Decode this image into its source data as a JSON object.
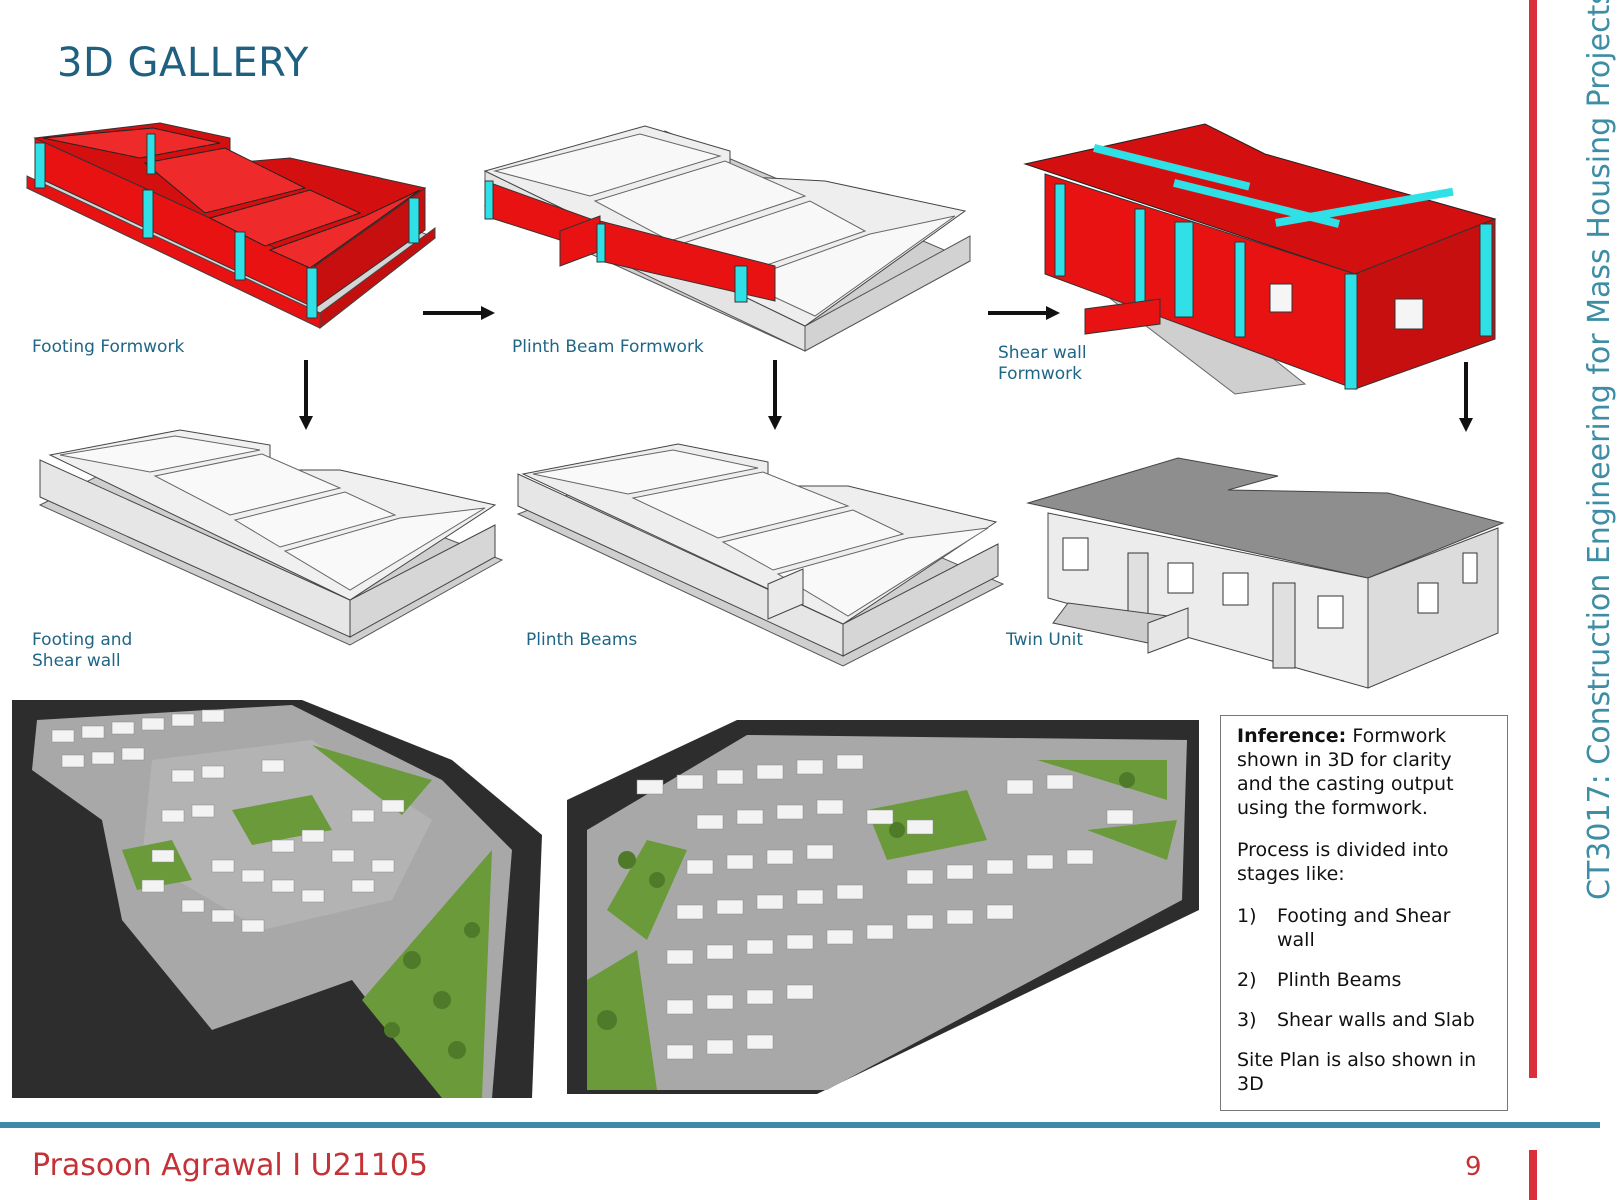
{
  "page": {
    "title": "3D GALLERY",
    "vertical_title": "CT3017: Construction Engineering for Mass Housing Projects",
    "author": "Prasoon Agrawal I U21105",
    "page_number": "9"
  },
  "gallery": {
    "footing_formwork": "Footing Formwork",
    "plinth_beam_formwork": "Plinth Beam Formwork",
    "shear_wall_formwork_line1": "Shear wall",
    "shear_wall_formwork_line2": "Formwork",
    "footing_shear_line1": "Footing and",
    "footing_shear_line2": "Shear wall",
    "plinth_beams": "Plinth Beams",
    "twin_unit": "Twin Unit"
  },
  "inference": {
    "label": "Inference:",
    "text": " Formwork shown in 3D for clarity and the casting output using the formwork.",
    "process_intro": "Process is divided into stages like:",
    "stages": [
      {
        "num": "1)",
        "text": "Footing and Shear wall"
      },
      {
        "num": "2)",
        "text": "Plinth Beams"
      },
      {
        "num": "3)",
        "text": "Shear walls and Slab"
      }
    ],
    "site_note": "Site Plan is also shown in 3D"
  },
  "colors": {
    "formwork_red": "#e81212",
    "formwork_cyan": "#2fe0e6",
    "concrete_grey": "#e4e4e4",
    "title_blue": "#1f5f7f",
    "accent_red": "#d9303c",
    "footer_blue": "#3f8aa6"
  }
}
